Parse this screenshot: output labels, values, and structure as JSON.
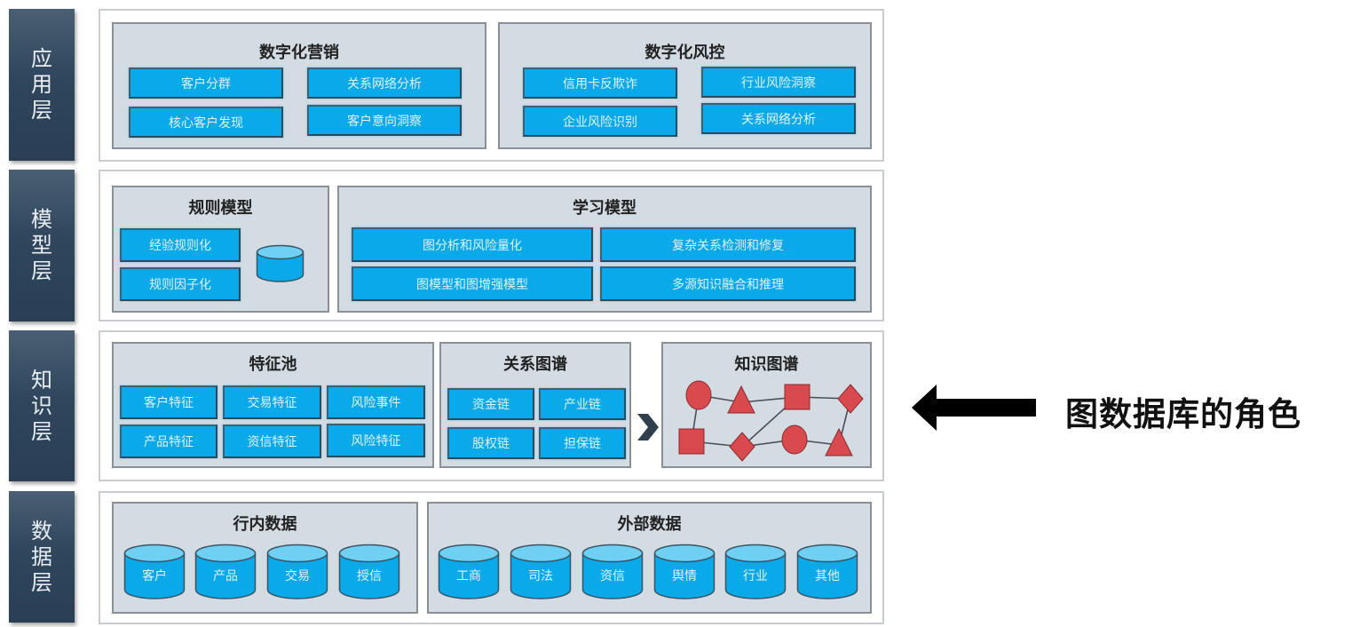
{
  "layers": [
    {
      "label": "应用层",
      "groups": [
        {
          "title": "数字化营销",
          "items": [
            "客户分群",
            "关系网络分析",
            "核心客户发现",
            "客户意向洞察"
          ]
        },
        {
          "title": "数字化风控",
          "items": [
            "信用卡反欺诈",
            "行业风险洞察",
            "企业风险识别",
            "关系网络分析"
          ]
        }
      ]
    },
    {
      "label": "模型层",
      "groups": [
        {
          "title": "规则模型",
          "items": [
            "经验规则化",
            "规则因子化"
          ],
          "icon": "database-icon"
        },
        {
          "title": "学习模型",
          "items": [
            "图分析和风险量化",
            "复杂关系检测和修复",
            "图模型和图增强模型",
            "多源知识融合和推理"
          ]
        }
      ]
    },
    {
      "label": "知识层",
      "groups": [
        {
          "title": "特征池",
          "items": [
            "客户特征",
            "交易特征",
            "风险事件",
            "产品特征",
            "资信特征",
            "风险特征"
          ]
        },
        {
          "title": "关系图谱",
          "items": [
            "资金链",
            "产业链",
            "股权链",
            "担保链"
          ]
        },
        {
          "title": "知识图谱",
          "graph": {
            "nodes": [
              {
                "id": "n1",
                "shape": "circle"
              },
              {
                "id": "n2",
                "shape": "triangle"
              },
              {
                "id": "n3",
                "shape": "square"
              },
              {
                "id": "n4",
                "shape": "diamond"
              },
              {
                "id": "n5",
                "shape": "square"
              },
              {
                "id": "n6",
                "shape": "diamond"
              },
              {
                "id": "n7",
                "shape": "circle"
              },
              {
                "id": "n8",
                "shape": "triangle"
              }
            ],
            "edges": [
              [
                "n1",
                "n2"
              ],
              [
                "n2",
                "n3"
              ],
              [
                "n3",
                "n4"
              ],
              [
                "n1",
                "n5"
              ],
              [
                "n5",
                "n6"
              ],
              [
                "n6",
                "n3"
              ],
              [
                "n6",
                "n7"
              ],
              [
                "n7",
                "n8"
              ],
              [
                "n8",
                "n4"
              ]
            ]
          }
        }
      ],
      "connector_icon": "chevron-right-icon"
    },
    {
      "label": "数据层",
      "groups": [
        {
          "title": "行内数据",
          "items": [
            "客户",
            "产品",
            "交易",
            "授信"
          ]
        },
        {
          "title": "外部数据",
          "items": [
            "工商",
            "司法",
            "资信",
            "舆情",
            "行业",
            "其他"
          ]
        }
      ]
    }
  ],
  "callout": {
    "arrow_icon": "arrow-left-icon",
    "text": "图数据库的角色"
  },
  "colors": {
    "layer_label_bg": "#2f465c",
    "chip_blue": "#0aa9ea",
    "group_bg": "#d3dbe3",
    "node_red": "#d94a4f"
  }
}
